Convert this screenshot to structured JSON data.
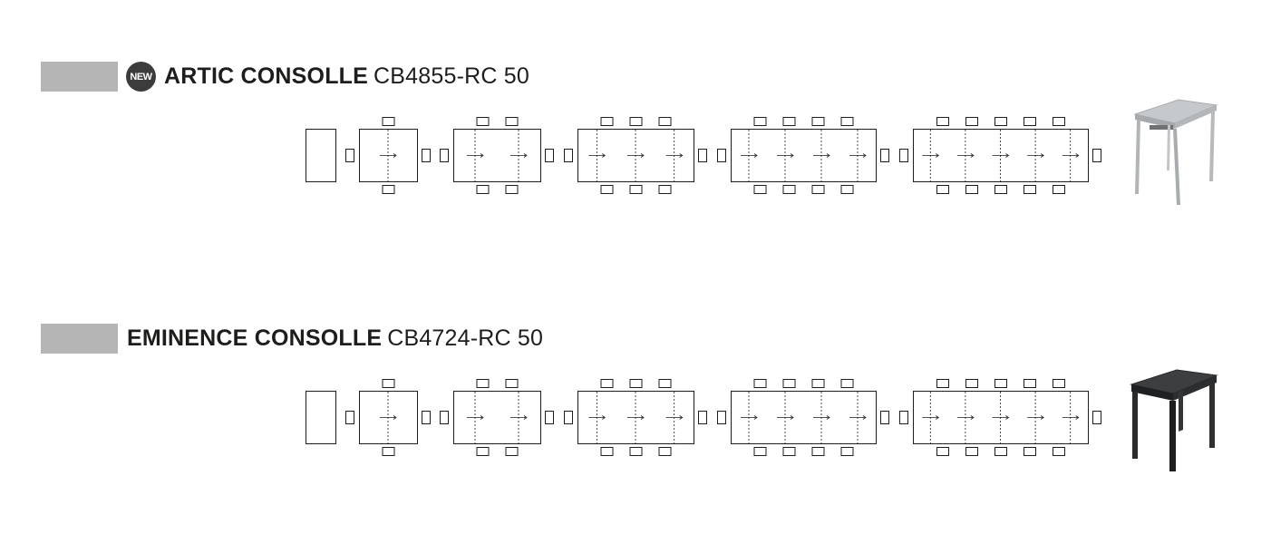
{
  "products": [
    {
      "badge": "NEW",
      "name": "ARTIC CONSOLLE",
      "code": "CB4855-RC 50",
      "table_color": "light-grey",
      "icon": "console-table-light-icon"
    },
    {
      "badge": "",
      "name": "EMINENCE CONSOLLE",
      "code": "CB4724-RC 50",
      "table_color": "dark-grey",
      "icon": "console-table-dark-icon"
    }
  ],
  "configurations": [
    {
      "extensions": 0,
      "seats_per_side": 0
    },
    {
      "extensions": 1,
      "seats_per_side": 1
    },
    {
      "extensions": 2,
      "seats_per_side": 2
    },
    {
      "extensions": 3,
      "seats_per_side": 3
    },
    {
      "extensions": 4,
      "seats_per_side": 4
    },
    {
      "extensions": 5,
      "seats_per_side": 5
    }
  ],
  "colors": {
    "bar": "#b5b5b5",
    "badge": "#3c3c3c",
    "line": "#1d1d1b",
    "light_table": "#b9bcbe",
    "dark_table": "#2e2f31"
  }
}
